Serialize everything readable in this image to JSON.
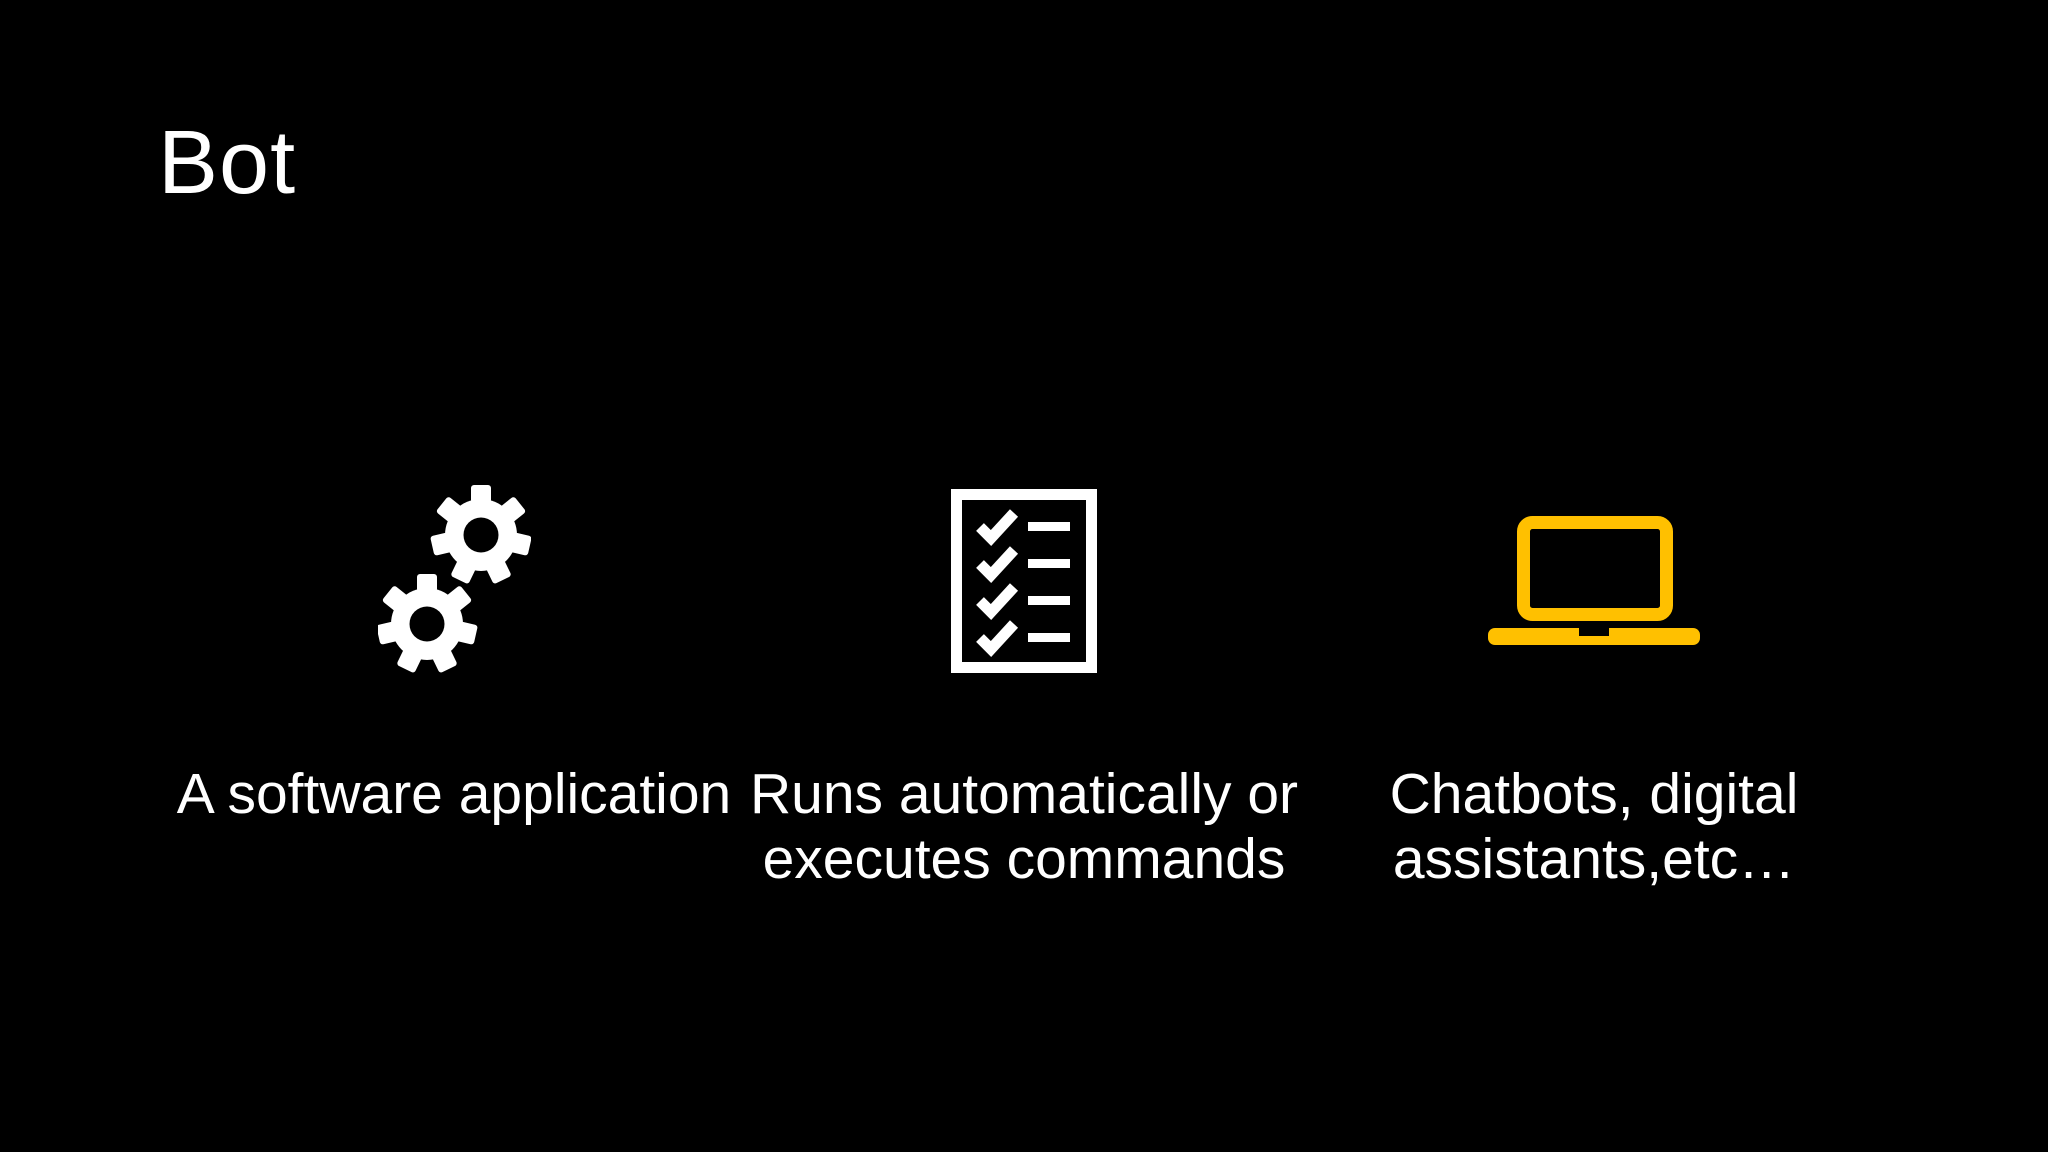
{
  "slide": {
    "title": "Bot",
    "colors": {
      "background": "#000000",
      "text": "#ffffff",
      "accent": "#ffc000",
      "icon": "#ffffff"
    },
    "columns": [
      {
        "icon": "gears-icon",
        "caption": "A software application",
        "caption_lines": [
          "A software application",
          ""
        ]
      },
      {
        "icon": "checklist-icon",
        "caption": "Runs automatically or executes commands",
        "caption_lines": [
          "Runs automatically or",
          "executes commands"
        ]
      },
      {
        "icon": "laptop-icon",
        "caption": "Chatbots, digital assistants,etc…",
        "caption_lines": [
          "Chatbots, digital",
          "assistants,etc…"
        ]
      }
    ]
  }
}
